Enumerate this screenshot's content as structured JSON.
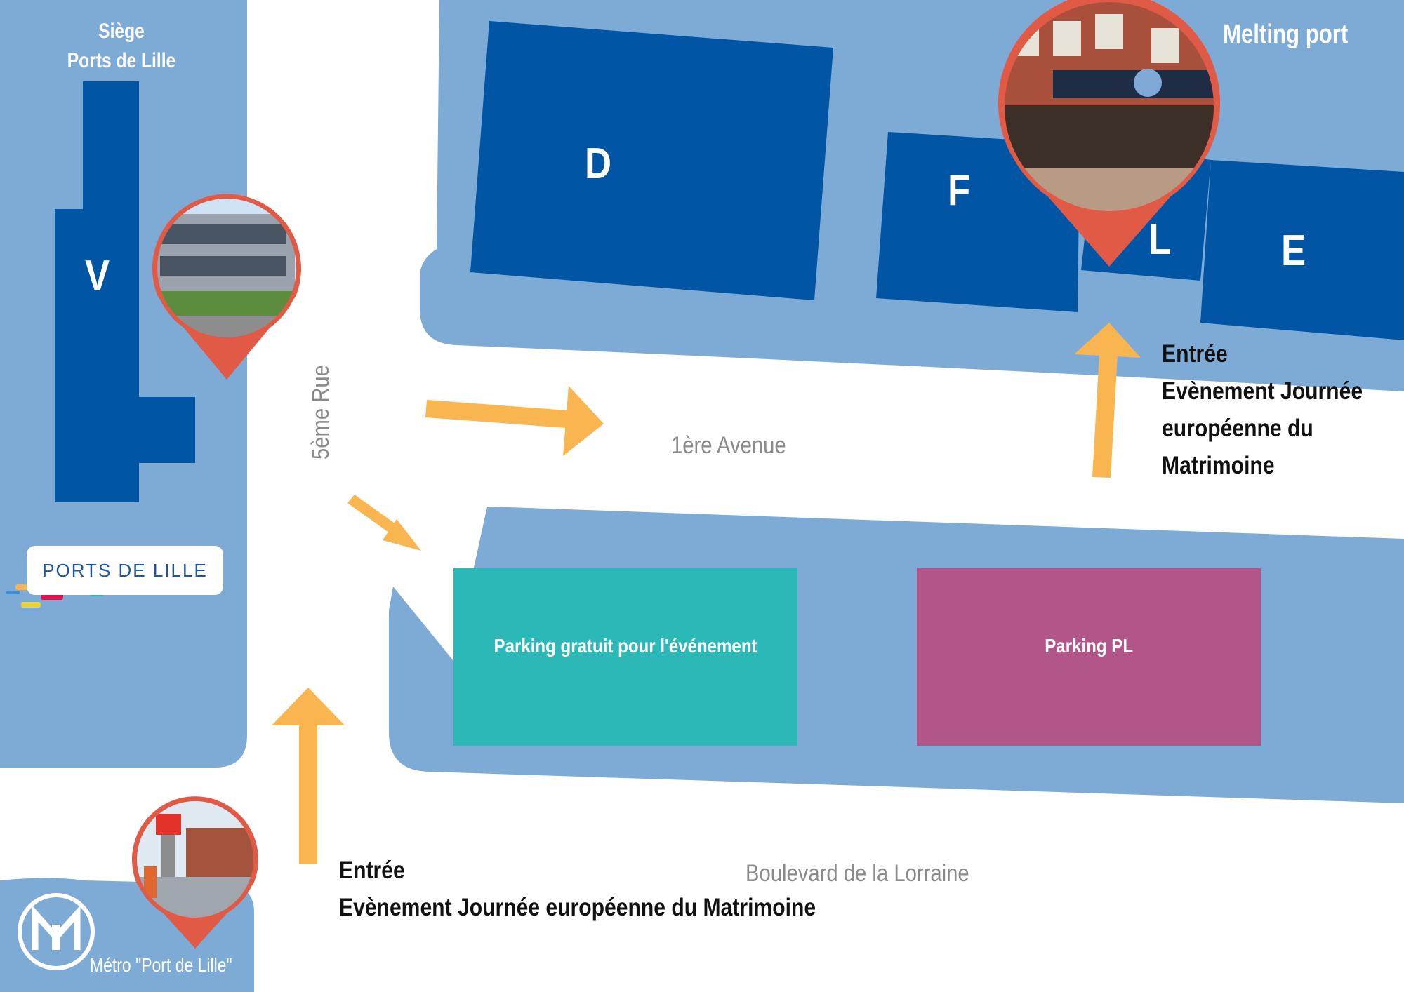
{
  "headquarters": {
    "line1": "Siège",
    "line2": "Ports de Lille"
  },
  "buildings": {
    "v": "V",
    "d": "D",
    "f": "F",
    "l": "L",
    "e": "E"
  },
  "places": {
    "melting_port": "Melting port",
    "metro": "Métro \"Port de Lille\""
  },
  "streets": {
    "rue5": "5ème Rue",
    "avenue1": "1ère Avenue",
    "boulevard": "Boulevard de la Lorraine"
  },
  "entry_east": {
    "line1": "Entrée",
    "line2": "Evènement Journée",
    "line3": "européenne du",
    "line4": "Matrimoine"
  },
  "entry_south": {
    "line1": "Entrée",
    "line2": "Evènement Journée européenne du Matrimoine"
  },
  "parkings": {
    "free": "Parking gratuit pour l'événement",
    "pl": "Parking PL"
  },
  "logo": {
    "text": "PORTS DE LILLE"
  },
  "colors": {
    "block": "#7eabd6",
    "building": "#0055a5",
    "arrow": "#f9b54f",
    "parking_free": "#2cb8b6",
    "parking_pl": "#b25588",
    "pin": "#e05a45"
  }
}
